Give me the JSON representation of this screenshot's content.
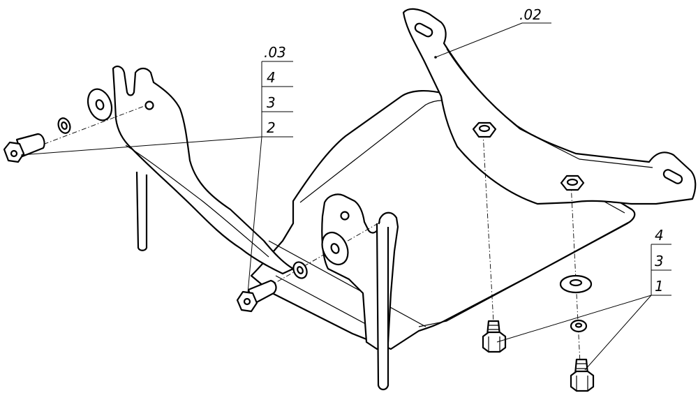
{
  "callouts": {
    "part_02": ".02",
    "part_03": ".03",
    "left_stack": [
      "4",
      "3",
      "2"
    ],
    "right_stack": [
      "4",
      "3",
      "1"
    ]
  }
}
